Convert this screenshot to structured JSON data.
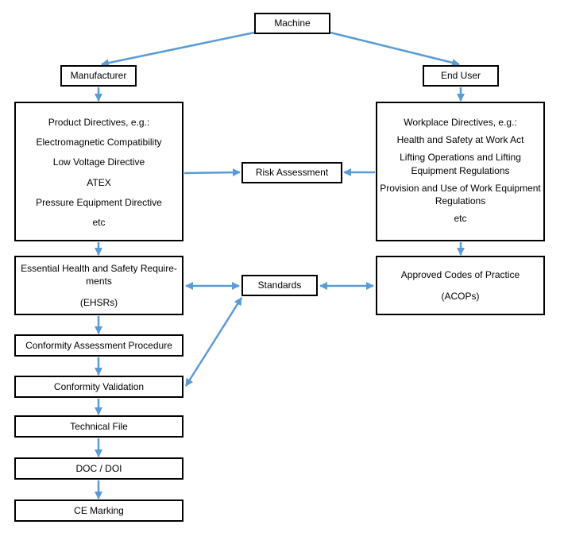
{
  "nodes": {
    "machine": "Machine",
    "manufacturer": "Manufacturer",
    "end_user": "End User",
    "product_directives": [
      "Product Directives, e.g.:",
      "Electromagnetic Compatibility",
      "Low Voltage Directive",
      "ATEX",
      "Pressure Equipment Directive",
      "etc"
    ],
    "workplace_directives": [
      "Workplace Directives, e.g.:",
      "Health and Safety at Work Act",
      "Lifting Operations and Lifting Equipment Regulations",
      "Provision and Use of Work Equipment Regulations",
      "etc"
    ],
    "risk_assessment": "Risk Assessment",
    "ehsr": [
      "Essential Health and Safety Require-ments",
      "(EHSRs)"
    ],
    "standards": "Standards",
    "acop": [
      "Approved Codes of Practice",
      "(ACOPs)"
    ],
    "conformity_procedure": "Conformity Assessment Procedure",
    "conformity_validation": "Conformity Validation",
    "technical_file": "Technical File",
    "doc_doi": "DOC / DOI",
    "ce_marking": "CE Marking"
  },
  "colors": {
    "arrow": "#5b9bd5",
    "border": "#000000"
  }
}
